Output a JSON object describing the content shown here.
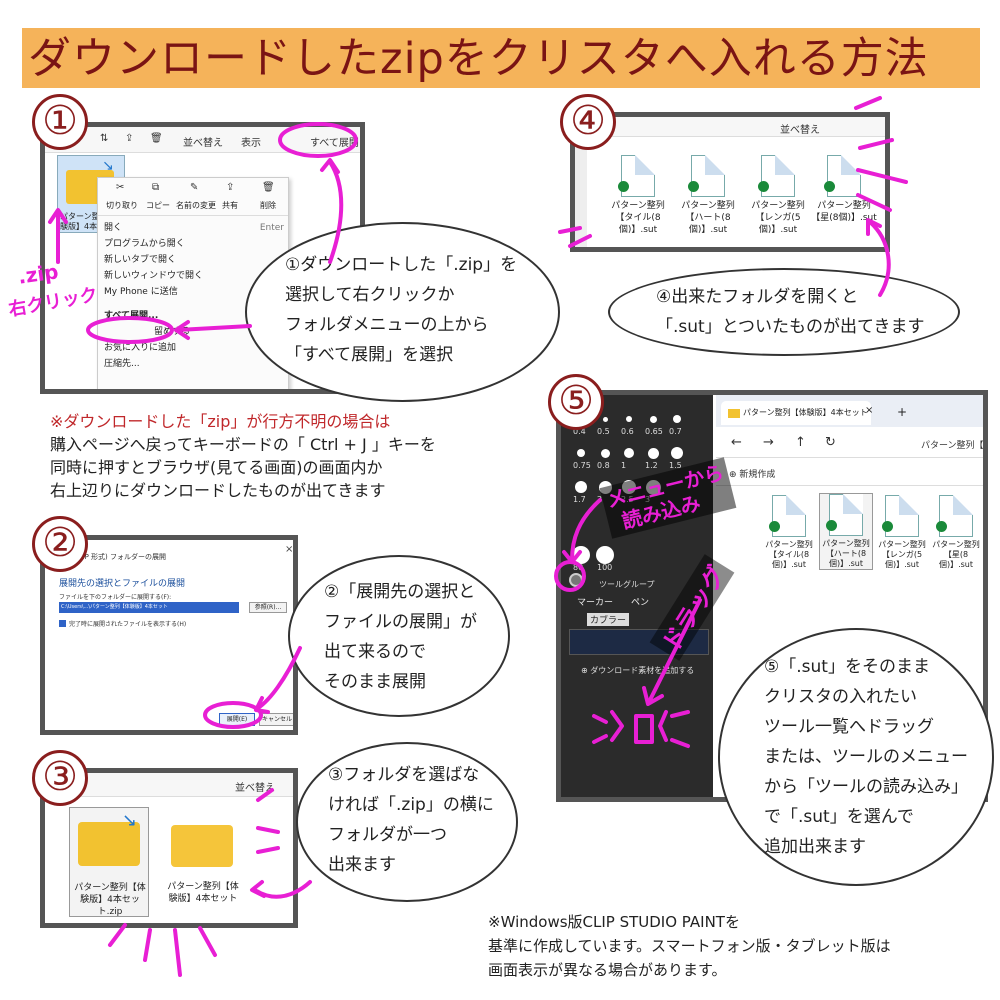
{
  "title": "ダウンロードしたzipをクリスタへ入れる方法",
  "steps": {
    "s1": "①",
    "s2": "②",
    "s3": "③",
    "s4": "④",
    "s5": "⑤"
  },
  "panel1": {
    "toolbar": [
      "並べ替え",
      "表示",
      "すべて展開"
    ],
    "ctx_top": [
      "切り取り",
      "コピー",
      "名前の変更",
      "共有",
      "削除"
    ],
    "menu": [
      "開く",
      "プログラムから開く",
      "新しいタブで開く",
      "新しいウィンドウで開く",
      "My Phone に送信",
      "すべて展開...",
      "留めする",
      "お気に入りに追加",
      "圧縮先..."
    ],
    "menu_shortcut": "Enter",
    "file_label": "パターン整列【体験版】4本セット",
    "hand_note_1": ".zip",
    "hand_note_2": "右クリック"
  },
  "bubble1": [
    "①ダウンロートした「.zip」を",
    "選択して右クリックか",
    "フォルダメニューの上から",
    "「すべて展開」を選択"
  ],
  "note1": [
    "※ダウンロードした「zip」が行方不明の場合は",
    "購入ページへ戻ってキーボードの「 Ctrl + J 」キーを",
    "同時に押すとブラウザ(見てる画面)の画面内か",
    "右上辺りにダウンロードしたものが出てきます"
  ],
  "panel2": {
    "window_title": "(ZIP 形式) フォルダーの展開",
    "heading": "展開先の選択とファイルの展開",
    "field_label": "ファイルを下のフォルダーに展開する(F):",
    "path_value": "C:\\Users\\...\\パターン整列【体験版】4本セット",
    "browse": "参照(R)...",
    "checkbox": "完了時に展開されたファイルを表示する(H)",
    "ok": "展開(E)",
    "cancel": "キャンセル"
  },
  "bubble2": [
    "②「展開先の選択と",
    "ファイルの展開」が",
    "出て来るので",
    "そのまま展開"
  ],
  "panel3": {
    "toolbar": "並べ替え",
    "zip_label": "パターン整列【体験版】4本セット.zip",
    "folder_label": "パターン整列【体験版】4本セット"
  },
  "bubble3": [
    "③フォルダを選ばな",
    "ければ「.zip」の横に",
    "フォルダが一つ",
    "出来ます"
  ],
  "panel4": {
    "toolbar": "並べ替え",
    "files": [
      "パターン整列【タイル(8個)】.sut",
      "パターン整列【ハート(8個)】.sut",
      "パターン整列【レンガ(5個)】.sut",
      "パターン整列【星(8個)】.sut"
    ]
  },
  "bubble4": [
    "④出来たフォルダを開くと",
    "「.sut」とついたものが出てきます"
  ],
  "panel5": {
    "tab_title": "パターン整列【体験版】4本セット",
    "breadcrumb": "パターン整列【体験版",
    "new_button": "新規作成",
    "brush_sizes": [
      "0.4",
      "0.5",
      "0.6",
      "0.65",
      "0.7",
      "0.75",
      "0.8",
      "1",
      "1.2",
      "1.5",
      "1.7",
      "2",
      "2.5",
      "3"
    ],
    "brush_sizes_2": [
      "80",
      "100"
    ],
    "tool_group": "ツールグループ",
    "tools": [
      "マーカー",
      "ペン",
      "カブラー"
    ],
    "download_btn": "ダウンロード素材を追加する",
    "files": [
      "パターン整列【タイル(8個)】.sut",
      "パターン整列【ハート(8個)】.sut",
      "パターン整列【レンガ(5個)】.sut",
      "パターン整列【星(8個)】.sut"
    ],
    "hand_note_menu_1": "メニューから",
    "hand_note_menu_2": "読み込み",
    "hand_note_drag": "ドラッグ"
  },
  "bubble5": [
    "⑤「.sut」をそのまま",
    "クリスタの入れたい",
    "ツール一覧へドラッグ",
    "または、ツールのメニュー",
    "から「ツールの読み込み」",
    "で「.sut」を選んで",
    "追加出来ます"
  ],
  "footnote": [
    "※Windows版CLIP STUDIO PAINTを",
    "基準に作成しています。スマートフォン版・タブレット版は",
    "画面表示が異なる場合があります。"
  ],
  "colors": {
    "title_band": "#f5b35a",
    "title_text": "#7a1414",
    "accent": "#e81fd4",
    "step_circle": "#8a1e1e",
    "warning": "#c0282b"
  }
}
